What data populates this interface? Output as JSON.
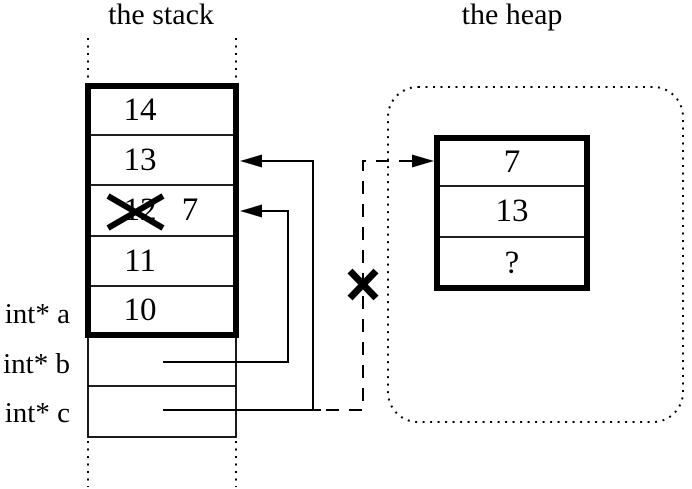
{
  "stack": {
    "title": "the stack",
    "rows": [
      {
        "value": "14"
      },
      {
        "value": "13"
      },
      {
        "value": "12",
        "crossed_out": true,
        "new_value": "7"
      },
      {
        "value": "11"
      },
      {
        "value": "10"
      }
    ],
    "variables": [
      {
        "label": "int* a"
      },
      {
        "label": "int* b"
      },
      {
        "label": "int* c"
      }
    ]
  },
  "heap": {
    "title": "the heap",
    "rows": [
      {
        "value": "7"
      },
      {
        "value": "13"
      },
      {
        "value": "?"
      }
    ]
  },
  "colors": {
    "line": "#000000",
    "background": "#ffffff"
  }
}
